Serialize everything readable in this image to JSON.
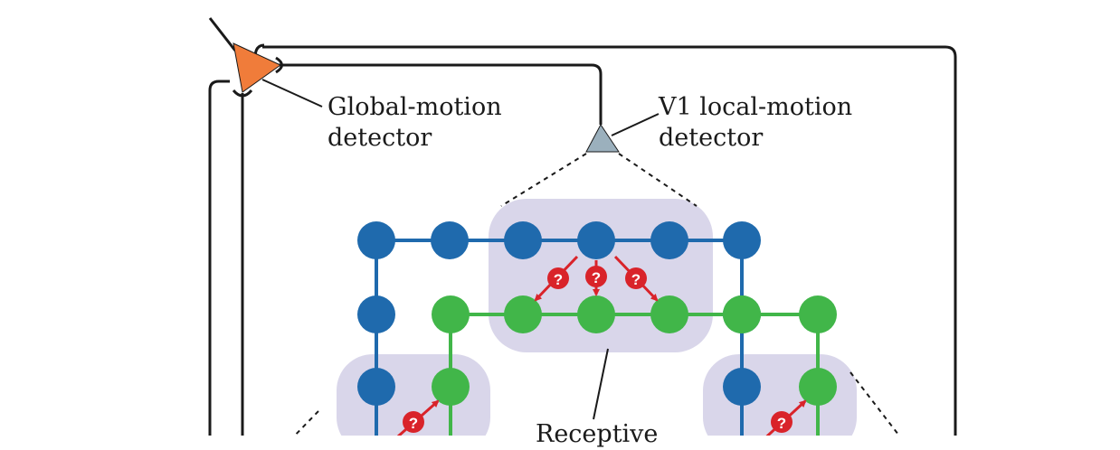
{
  "labels": {
    "global_line1": "Global-motion",
    "global_line2": "detector",
    "v1_line1": "V1 local-motion",
    "v1_line2": "detector",
    "receptive": "Receptive",
    "question_mark": "?"
  },
  "colors": {
    "blue_neuron": "#1f6aad",
    "green_neuron": "#41b649",
    "receptive_field": "#d9d6ea",
    "question_arrow": "#d9232a",
    "global_detector": "#f07c3a",
    "local_detector": "#9bb0bd",
    "wire": "#1a1a1a"
  }
}
